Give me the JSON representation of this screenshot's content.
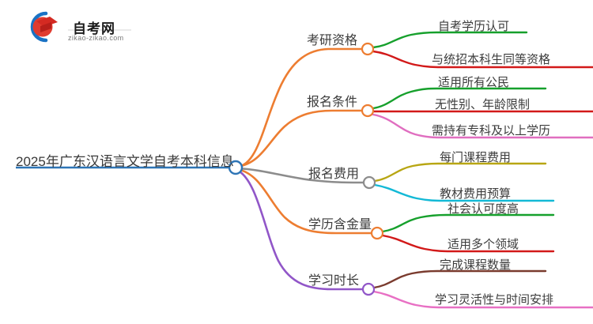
{
  "logo": {
    "name": "自考网",
    "domain": "zikao-zikao.com",
    "arc_color": "#1a72c4",
    "cap_color": "#d93025"
  },
  "mindmap": {
    "type": "mindmap",
    "root": {
      "label": "2025年广东汉语言文学自考本科信息",
      "color": "#2e75b6",
      "node_color": "#2e75b6"
    },
    "branches": [
      {
        "label": "考研资格",
        "color": "#ED7D31",
        "node_color": "#ED7D31",
        "children": [
          {
            "label": "自考学历认可",
            "color": "#16a02c"
          },
          {
            "label": "与统招本科生同等资格",
            "color": "#d21919"
          }
        ]
      },
      {
        "label": "报名条件",
        "color": "#ED7D31",
        "node_color": "#ED7D31",
        "children": [
          {
            "label": "适用所有公民",
            "color": "#16a02c"
          },
          {
            "label": "无性别、年龄限制",
            "color": "#d21919"
          },
          {
            "label": "需持有专科及以上学历",
            "color": "#e06ec0"
          }
        ]
      },
      {
        "label": "报名费用",
        "color": "#8c8c8c",
        "node_color": "#8c8c8c",
        "children": [
          {
            "label": "每门课程费用",
            "color": "#b8a613"
          },
          {
            "label": "教材费用预算",
            "color": "#13b9d6"
          }
        ]
      },
      {
        "label": "学历含金量",
        "color": "#ED7D31",
        "node_color": "#ED7D31",
        "children": [
          {
            "label": "社会认可度高",
            "color": "#16a02c"
          },
          {
            "label": "适用多个领域",
            "color": "#d21919"
          }
        ]
      },
      {
        "label": "学习时长",
        "color": "#9156c8",
        "node_color": "#9156c8",
        "children": [
          {
            "label": "完成课程数量",
            "color": "#7a3b2e"
          },
          {
            "label": "学习灵活性与时间安排",
            "color": "#e870c4"
          }
        ]
      }
    ]
  }
}
